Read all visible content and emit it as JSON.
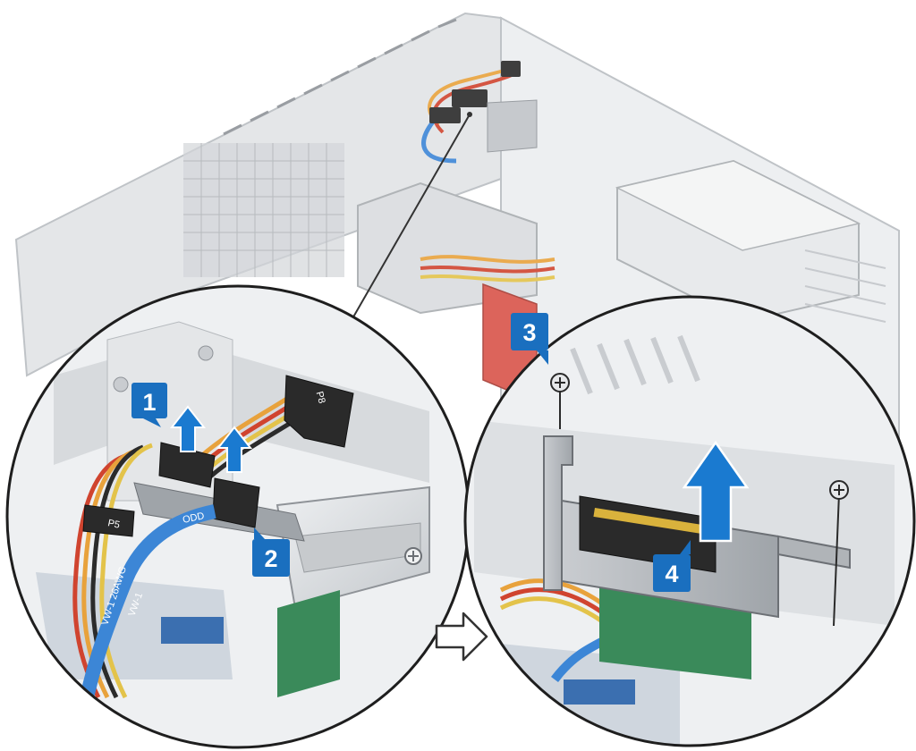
{
  "callouts": {
    "one": "1",
    "two": "2",
    "three": "3",
    "four": "4"
  },
  "cable_labels": {
    "power_top": "P8",
    "power_left": "P5",
    "data_cable": "ODD",
    "cable_print": "VW-1  26AWG",
    "cable_print2": "VW-1"
  },
  "colors": {
    "callout_blue": "#1a6fbf",
    "arrow_blue": "#1a7ad0",
    "sata_blue": "#3c86d6",
    "chassis_grey": "#d6d9dc",
    "metal_grey": "#b8bcc0",
    "red_card": "#d9544a",
    "green_pcb": "#3a8a5a"
  },
  "icons": {
    "next_step": "outline-right-arrow-icon",
    "lift_arrow": "up-arrow-icon",
    "screw": "screw-icon"
  }
}
